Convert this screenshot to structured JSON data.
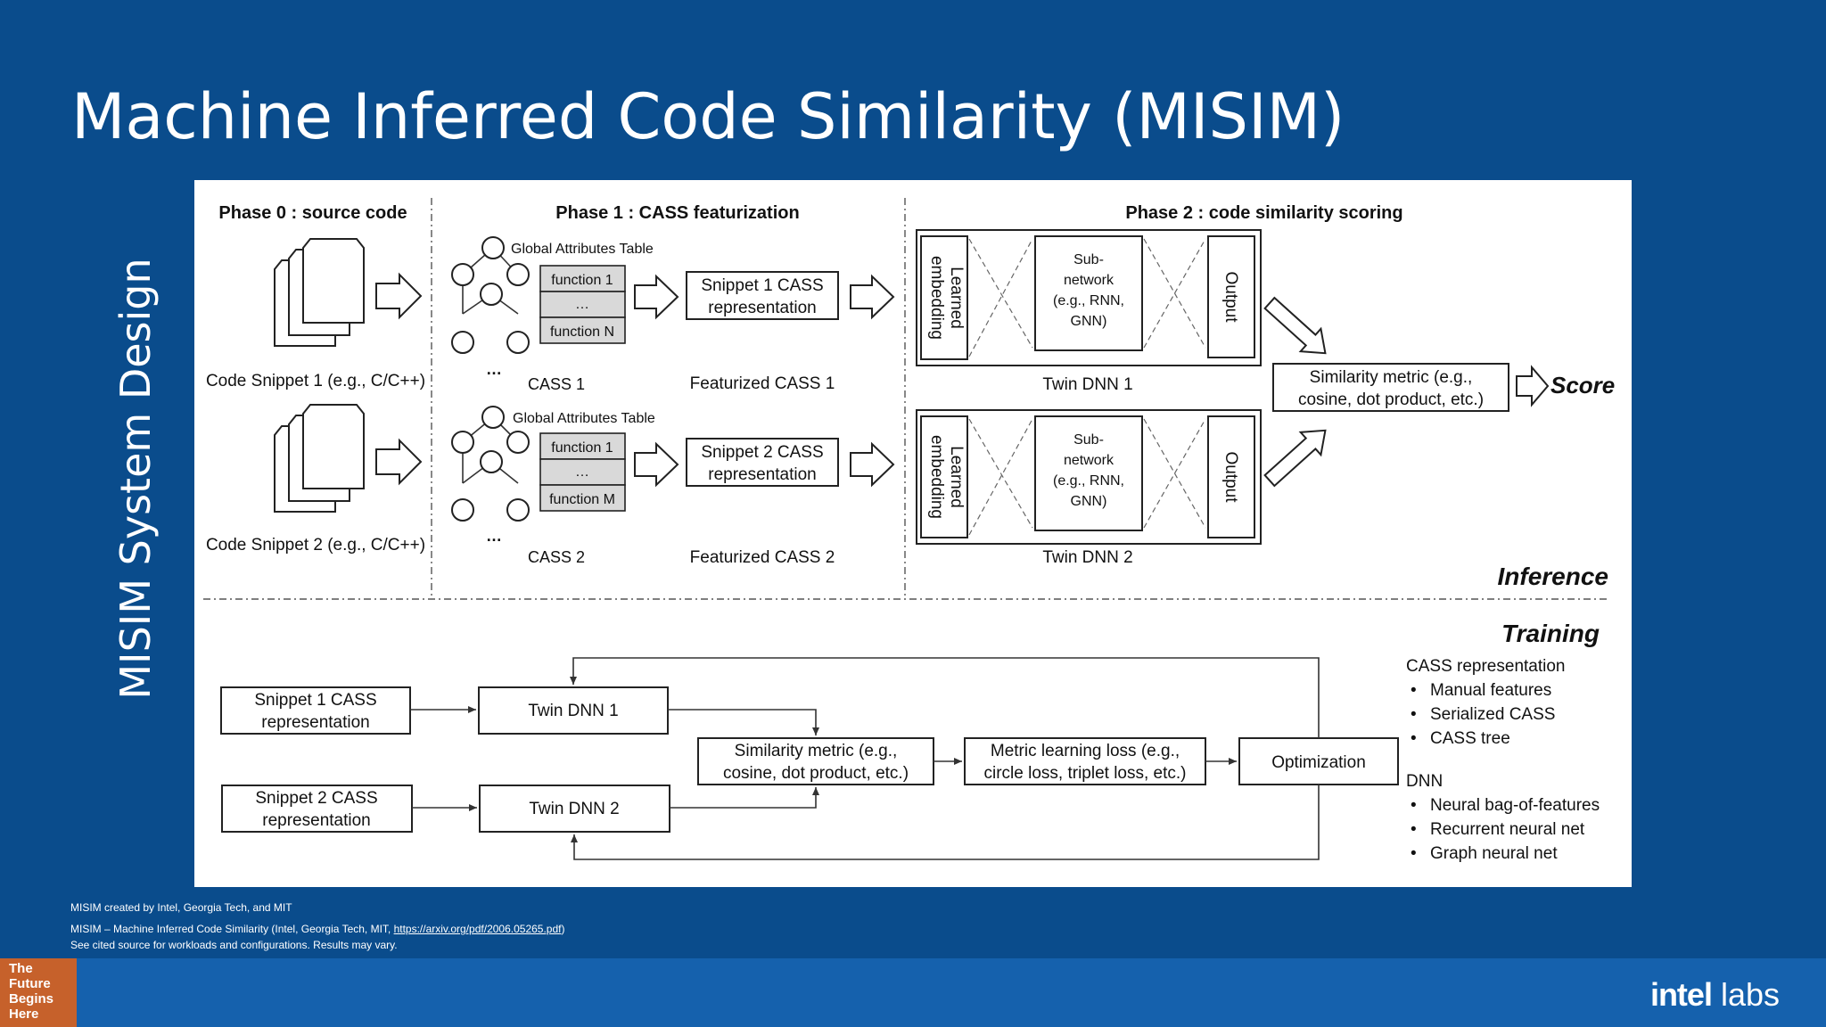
{
  "slide": {
    "title": "Machine Inferred Code Similarity (MISIM)",
    "side_label": "MISIM System Design"
  },
  "inference": {
    "phase0": "Phase 0 : source code",
    "phase1": "Phase 1 : CASS featurization",
    "phase2": "Phase 2 : code similarity scoring",
    "snippet1": "Code Snippet 1 (e.g., C/C++)",
    "snippet2": "Code Snippet 2 (e.g., C/C++)",
    "gat": "Global Attributes Table",
    "f1": "function 1",
    "fdots": "…",
    "fN": "function N",
    "fM": "function M",
    "tree_dots": "…",
    "cass1": "CASS 1",
    "cass2": "CASS 2",
    "rep1_l1": "Snippet 1 CASS",
    "rep1_l2": "representation",
    "rep2_l1": "Snippet 2 CASS",
    "rep2_l2": "representation",
    "feat1": "Featurized CASS 1",
    "feat2": "Featurized CASS 2",
    "emb_l1": "Learned",
    "emb_l2": "embedding",
    "sub_l1": "Sub-",
    "sub_l2": "network",
    "sub_l3": "(e.g., RNN,",
    "sub_l4": "GNN)",
    "output": "Output",
    "twin1": "Twin DNN 1",
    "twin2": "Twin DNN 2",
    "sim_l1": "Similarity metric (e.g.,",
    "sim_l2": "cosine, dot product, etc.)",
    "score": "Score",
    "label": "Inference"
  },
  "training": {
    "label": "Training",
    "rep1_l1": "Snippet 1 CASS",
    "rep1_l2": "representation",
    "rep2_l1": "Snippet 2 CASS",
    "rep2_l2": "representation",
    "twin1": "Twin DNN 1",
    "twin2": "Twin DNN 2",
    "sim_l1": "Similarity metric (e.g.,",
    "sim_l2": "cosine, dot product, etc.)",
    "loss_l1": "Metric learning loss (e.g.,",
    "loss_l2": "circle loss, triplet loss, etc.)",
    "opt": "Optimization",
    "cass_heading": "CASS representation",
    "cass_items": [
      "Manual features",
      "Serialized CASS",
      "CASS tree"
    ],
    "dnn_heading": "DNN",
    "dnn_items": [
      "Neural bag-of-features",
      "Recurrent neural net",
      "Graph neural net"
    ],
    "bullet": "•"
  },
  "footer": {
    "line1": "MISIM created by Intel, Georgia Tech, and MIT",
    "line2_prefix": "MISIM – Machine Inferred Code Similarity (Intel, Georgia Tech, MIT, ",
    "line2_link": "https://arxiv.org/pdf/2006.05265.pdf",
    "line2_suffix": ")",
    "line3": "See cited source for workloads and configurations. Results may vary."
  },
  "badge": [
    "The",
    "Future",
    "Begins",
    "Here"
  ],
  "logo": {
    "brand": "intel",
    "suffix": "labs"
  },
  "colors": {
    "background": "#0a4c8c",
    "bottom_bar": "#1561ad",
    "badge": "#c6612b",
    "panel": "#ffffff"
  }
}
